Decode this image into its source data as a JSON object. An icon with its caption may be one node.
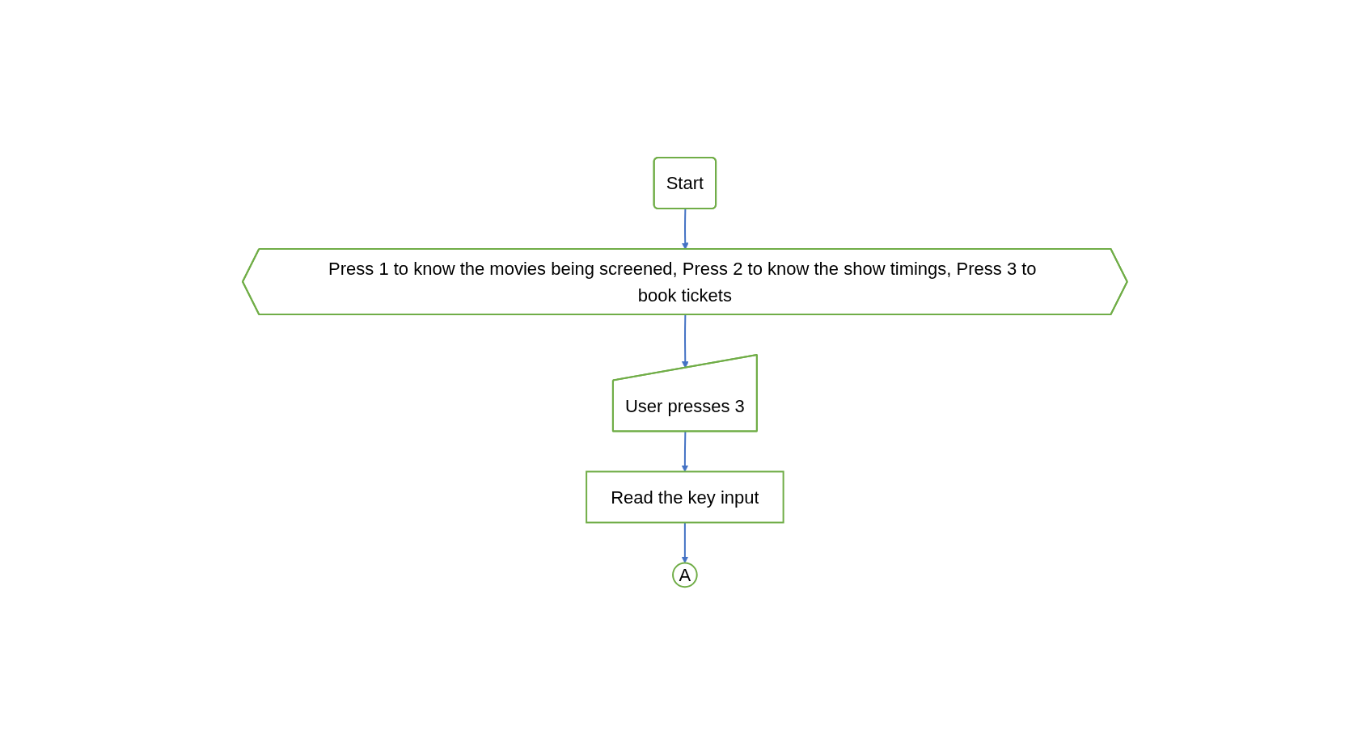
{
  "diagram": {
    "nodes": [
      {
        "text": [
          "Start"
        ]
      },
      {
        "text": [
          "Press 1 to know the movies being screened, Press 2 to know the show timings, Press 3 to book tickets"
        ]
      },
      {
        "text": [
          "User presses 3"
        ]
      },
      {
        "text": [
          "Read the key input"
        ]
      },
      {
        "text": [
          "A"
        ]
      }
    ],
    "edges": [
      {
        "from": 0,
        "to": 1,
        "arrow": "to"
      },
      {
        "from": 1,
        "to": 2,
        "arrow": "to"
      },
      {
        "from": 2,
        "to": 3,
        "arrow": "to"
      },
      {
        "from": 3,
        "to": 4,
        "arrow": "to"
      }
    ]
  }
}
